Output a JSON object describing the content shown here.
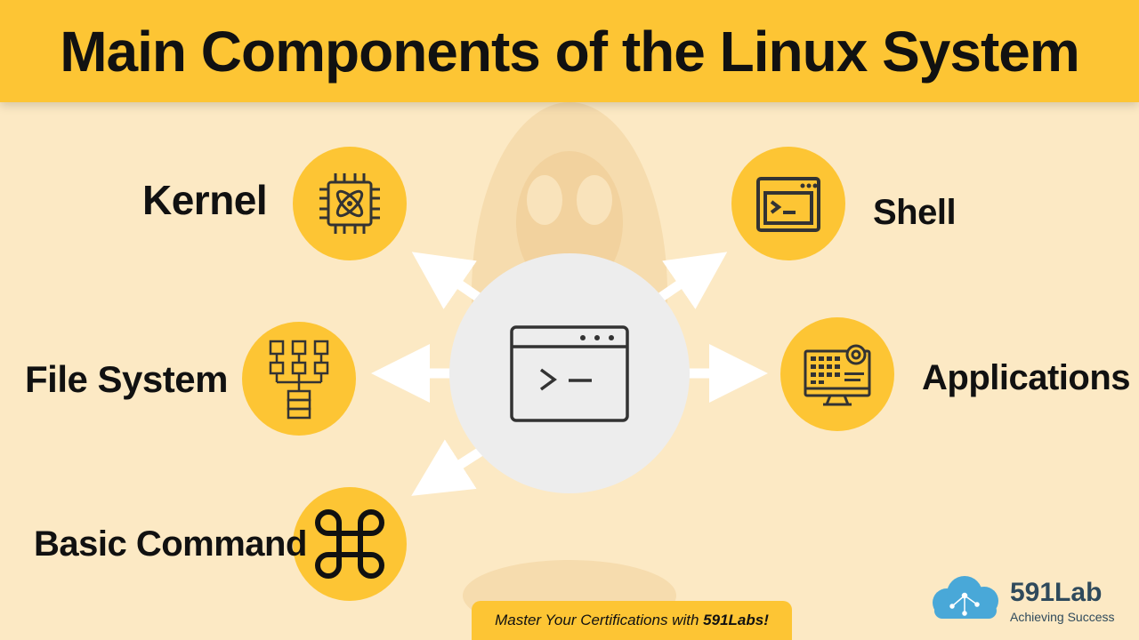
{
  "title": "Main Components of the Linux System",
  "components": {
    "kernel": "Kernel",
    "file_system": "File System",
    "basic_command": "Basic Command",
    "shell": "Shell",
    "applications": "Applications"
  },
  "footer": {
    "tagline_prefix": "Master Your Certifications with ",
    "tagline_brand": "591Labs!"
  },
  "logo": {
    "name": "591Lab",
    "slogan": "Achieving Success"
  },
  "colors": {
    "accent": "#fdc534",
    "background": "#fce9c4",
    "center": "#ededed",
    "icon": "#333333"
  },
  "icons": {
    "center": "terminal-window-icon",
    "kernel": "cpu-atom-icon",
    "file_system": "file-hierarchy-icon",
    "basic_command": "command-key-icon",
    "shell": "shell-terminal-icon",
    "applications": "app-dashboard-gear-icon"
  }
}
